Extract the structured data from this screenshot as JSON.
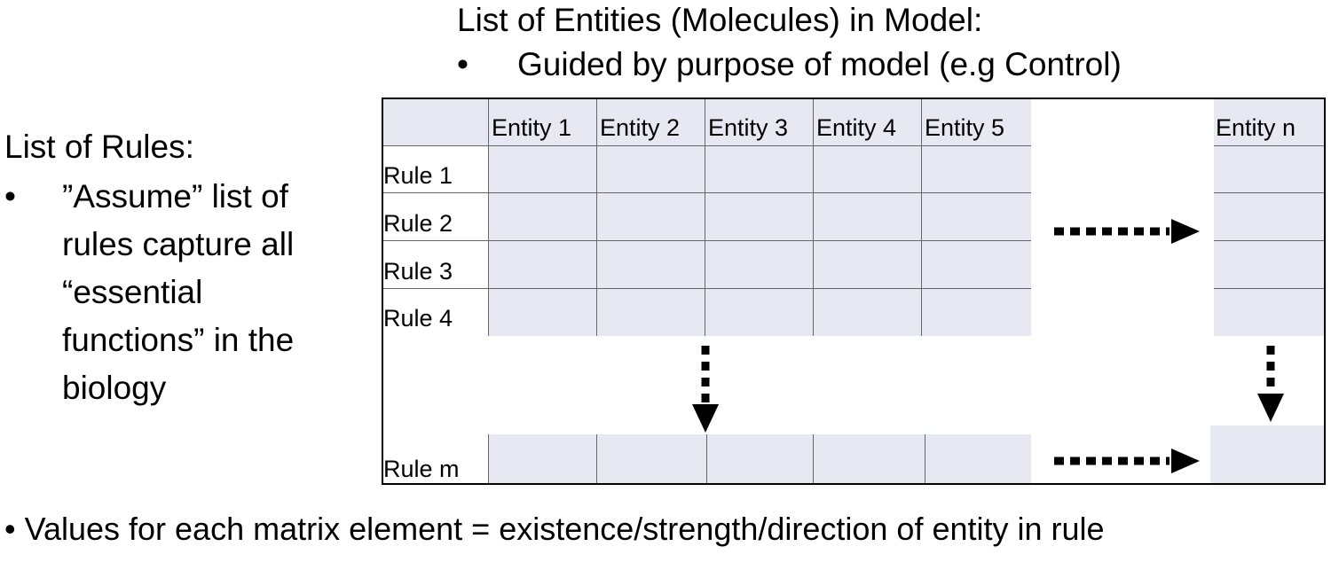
{
  "header": {
    "title": "List of Entities (Molecules) in Model:",
    "bullet": "•",
    "subtitle": "Guided by purpose of model (e.g Control)"
  },
  "rules_panel": {
    "title": "List of Rules:",
    "bullet": "•",
    "description": "”Assume” list of rules capture all “essential functions” in the biology"
  },
  "matrix": {
    "columns": [
      "Entity 1",
      "Entity 2",
      "Entity 3",
      "Entity 4",
      "Entity 5",
      "Entity n"
    ],
    "rows": [
      "Rule 1",
      "Rule 2",
      "Rule 3",
      "Rule 4",
      "Rule m"
    ],
    "cell_color": "#e8e8f3",
    "arrows": [
      {
        "direction": "right",
        "style": "dotted",
        "from": "Entity 5 column",
        "to": "Entity n column",
        "row": "Rule 2"
      },
      {
        "direction": "right",
        "style": "dotted",
        "from": "Entity 5 column",
        "to": "Entity n column",
        "row": "Rule m"
      },
      {
        "direction": "down",
        "style": "dotted",
        "from": "Rule 4",
        "to": "Rule m",
        "column": "Entity 3"
      },
      {
        "direction": "down",
        "style": "dotted",
        "from": "Rule 4",
        "to": "Rule m",
        "column": "Entity n"
      }
    ]
  },
  "footer": {
    "note": "• Values for each matrix element = existence/strength/direction of entity in rule"
  }
}
